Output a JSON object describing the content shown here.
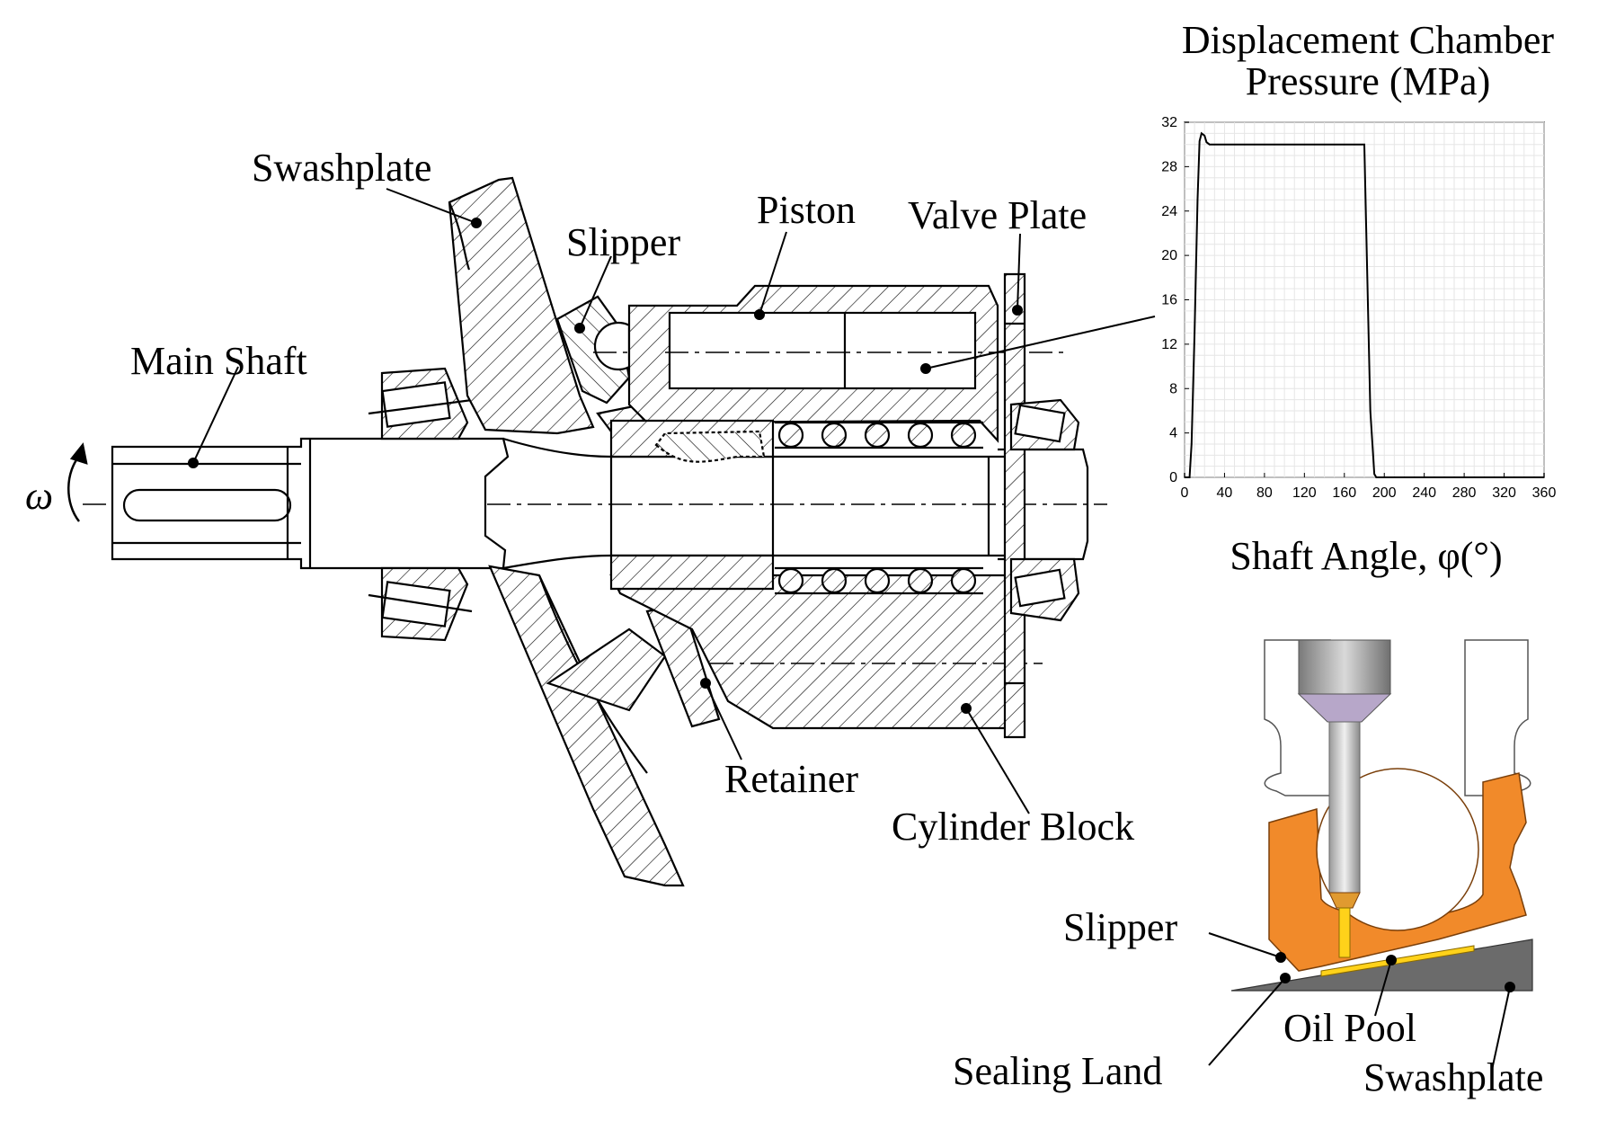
{
  "colors": {
    "line": "#000000",
    "slipper": "#f18a2a",
    "oil_pool": "#ffd21a",
    "swashplate_detail": "#6b6b6b",
    "piston_rod": "#bfbfbf",
    "piston_tip": "#b7a7c9",
    "grid": "#e6e6e6"
  },
  "symbols": {
    "omega": "ω",
    "rotation_arrow": "curved-arrow-icon"
  },
  "labels": {
    "swashplate": "Swashplate",
    "slipper": "Slipper",
    "piston": "Piston",
    "valve_plate": "Valve Plate",
    "main_shaft": "Main Shaft",
    "retainer": "Retainer",
    "cylinder_block": "Cylinder Block"
  },
  "detail_labels": {
    "slipper": "Slipper",
    "sealing_land": "Sealing Land",
    "oil_pool": "Oil Pool",
    "swashplate": "Swashplate"
  },
  "chart_data": {
    "type": "line",
    "title": "Displacement Chamber Pressure (MPa)",
    "xlabel": "Shaft Angle, φ(°)",
    "ylabel": "Displacement Chamber Pressure (MPa)",
    "xlim": [
      0,
      360
    ],
    "ylim": [
      0,
      32
    ],
    "xticks": [
      0,
      40,
      80,
      120,
      160,
      200,
      240,
      280,
      320,
      360
    ],
    "yticks": [
      0,
      4,
      8,
      12,
      16,
      20,
      24,
      28,
      32
    ],
    "grid": true,
    "series": [
      {
        "x": [
          0,
          5,
          7,
          10,
          13,
          15,
          17,
          20,
          22,
          25,
          30,
          60,
          100,
          140,
          170,
          180,
          182,
          186,
          190,
          192,
          200,
          240,
          280,
          320,
          360
        ],
        "y": [
          0,
          0,
          3,
          13,
          25,
          30.3,
          31.0,
          30.8,
          30.2,
          30.0,
          30.0,
          30.0,
          30.0,
          30.0,
          30.0,
          30.0,
          22.0,
          6.0,
          0.3,
          0.0,
          0.0,
          0.0,
          0.0,
          0.0,
          0.0
        ]
      }
    ]
  }
}
